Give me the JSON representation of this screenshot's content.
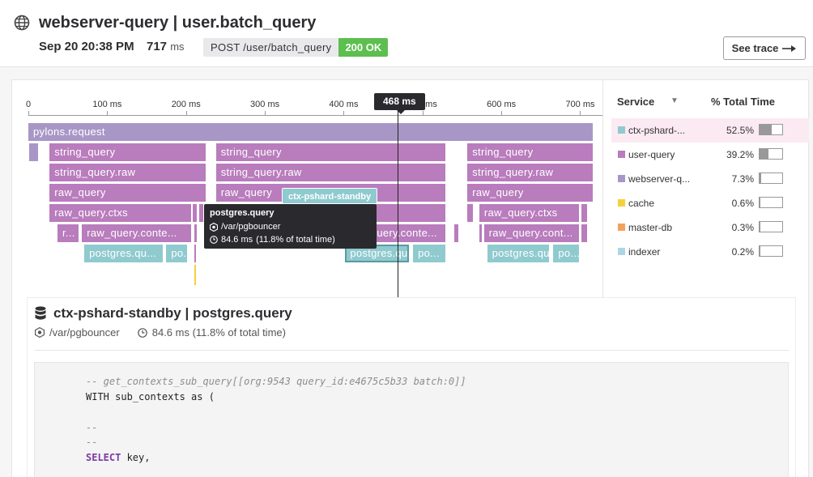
{
  "header": {
    "title": "webserver-query | user.batch_query",
    "date": "Sep 20 20:38 PM",
    "duration_value": "717",
    "duration_unit": "ms",
    "request_path": "POST /user/batch_query",
    "status": "200 OK",
    "see_trace": "See trace"
  },
  "colors": {
    "webserver": "#a897c6",
    "user_query": "#b97cbd",
    "ctx_pshard": "#8fcacf",
    "cache": "#f5d03b",
    "master_db": "#f0a35f",
    "indexer": "#add6e5",
    "status_ok": "#5cbf4f"
  },
  "flame": {
    "axis_max_ms": 717,
    "ticks": [
      "0",
      "100 ms",
      "200 ms",
      "300 ms",
      "400 ms",
      "500 ms",
      "600 ms",
      "700 ms"
    ],
    "cursor_label": "468 ms",
    "cursor_ms": 468,
    "hover_label": "ctx-pshard-standby",
    "spans": [
      {
        "label": "pylons.request",
        "start": 0,
        "end": 717,
        "depth": 0,
        "color": "webserver"
      },
      {
        "label": "",
        "start": 1,
        "end": 13,
        "depth": 1,
        "color": "webserver"
      },
      {
        "label": "string_query",
        "start": 27,
        "end": 226,
        "depth": 1,
        "color": "user_query"
      },
      {
        "label": "string_query",
        "start": 238,
        "end": 530,
        "depth": 1,
        "color": "user_query"
      },
      {
        "label": "string_query",
        "start": 557,
        "end": 717,
        "depth": 1,
        "color": "user_query"
      },
      {
        "label": "string_query.raw",
        "start": 27,
        "end": 226,
        "depth": 2,
        "color": "user_query"
      },
      {
        "label": "string_query.raw",
        "start": 238,
        "end": 530,
        "depth": 2,
        "color": "user_query"
      },
      {
        "label": "string_query.raw",
        "start": 557,
        "end": 717,
        "depth": 2,
        "color": "user_query"
      },
      {
        "label": "raw_query",
        "start": 27,
        "end": 226,
        "depth": 3,
        "color": "user_query"
      },
      {
        "label": "raw_query",
        "start": 238,
        "end": 530,
        "depth": 3,
        "color": "user_query"
      },
      {
        "label": "raw_query",
        "start": 557,
        "end": 717,
        "depth": 3,
        "color": "user_query"
      },
      {
        "label": "raw_query.ctxs",
        "start": 27,
        "end": 207,
        "depth": 4,
        "color": "user_query"
      },
      {
        "label": "",
        "start": 209,
        "end": 215,
        "depth": 4,
        "color": "user_query"
      },
      {
        "label": "",
        "start": 217,
        "end": 223,
        "depth": 4,
        "color": "user_query"
      },
      {
        "label": "query.ctxs",
        "start": 238,
        "end": 530,
        "depth": 4,
        "color": "user_query"
      },
      {
        "label": "",
        "start": 557,
        "end": 565,
        "depth": 4,
        "color": "user_query"
      },
      {
        "label": "raw_query.ctxs",
        "start": 572,
        "end": 700,
        "depth": 4,
        "color": "user_query"
      },
      {
        "label": "",
        "start": 702,
        "end": 710,
        "depth": 4,
        "color": "user_query"
      },
      {
        "label": "r...",
        "start": 37,
        "end": 65,
        "depth": 5,
        "color": "user_query"
      },
      {
        "label": "raw_query.conte...",
        "start": 68,
        "end": 207,
        "depth": 5,
        "color": "user_query"
      },
      {
        "label": "",
        "start": 211,
        "end": 215,
        "depth": 5,
        "color": "user_query"
      },
      {
        "label": "raw_query.conte...",
        "start": 398,
        "end": 530,
        "depth": 5,
        "color": "user_query"
      },
      {
        "label": "",
        "start": 540,
        "end": 546,
        "depth": 5,
        "color": "user_query"
      },
      {
        "label": "",
        "start": 572,
        "end": 576,
        "depth": 5,
        "color": "user_query"
      },
      {
        "label": "raw_query.cont...",
        "start": 578,
        "end": 700,
        "depth": 5,
        "color": "user_query"
      },
      {
        "label": "",
        "start": 702,
        "end": 710,
        "depth": 5,
        "color": "user_query"
      },
      {
        "label": "postgres.qu...",
        "start": 71,
        "end": 172,
        "depth": 6,
        "color": "ctx_pshard"
      },
      {
        "label": "po...",
        "start": 175,
        "end": 202,
        "depth": 6,
        "color": "ctx_pshard"
      },
      {
        "label": "",
        "start": 211,
        "end": 214,
        "depth": 6,
        "color": "user_query"
      },
      {
        "label": "postgres.query",
        "start": 402,
        "end": 484,
        "depth": 6,
        "color": "ctx_pshard",
        "selected": true
      },
      {
        "label": "po...",
        "start": 488,
        "end": 530,
        "depth": 6,
        "color": "ctx_pshard"
      },
      {
        "label": "postgres.qu...",
        "start": 582,
        "end": 662,
        "depth": 6,
        "color": "ctx_pshard"
      },
      {
        "label": "po...",
        "start": 666,
        "end": 700,
        "depth": 6,
        "color": "ctx_pshard"
      },
      {
        "label": "",
        "start": 211,
        "end": 214,
        "depth": 7,
        "color": "cache"
      }
    ]
  },
  "tooltip": {
    "title": "postgres.query",
    "resource": "/var/pgbouncer",
    "duration": "84.6 ms",
    "share": "(11.8% of total time)"
  },
  "services": {
    "head_service": "Service",
    "head_pct": "% Total Time",
    "rows": [
      {
        "name": "ctx-pshard-...",
        "pct": "52.5%",
        "fraction": 0.525,
        "color": "#8fcacf",
        "highlight": true
      },
      {
        "name": "user-query",
        "pct": "39.2%",
        "fraction": 0.392,
        "color": "#b97cbd"
      },
      {
        "name": "webserver-q...",
        "pct": "7.3%",
        "fraction": 0.073,
        "color": "#a897c6"
      },
      {
        "name": "cache",
        "pct": "0.6%",
        "fraction": 0.006,
        "color": "#f5d03b"
      },
      {
        "name": "master-db",
        "pct": "0.3%",
        "fraction": 0.003,
        "color": "#f0a35f"
      },
      {
        "name": "indexer",
        "pct": "0.2%",
        "fraction": 0.002,
        "color": "#add6e5"
      }
    ]
  },
  "details": {
    "title": "ctx-pshard-standby | postgres.query",
    "resource": "/var/pgbouncer",
    "duration": "84.6 ms (11.8% of total time)",
    "code": [
      {
        "text": "-- get_contexts_sub_query[[org:9543 query_id:e4675c5b33 batch:0]]",
        "style": "comment"
      },
      {
        "text": "WITH sub_contexts as (",
        "style": "plain"
      },
      {
        "text": "",
        "style": "plain"
      },
      {
        "text": "--",
        "style": "comment"
      },
      {
        "text": "--",
        "style": "comment"
      },
      {
        "keyword": "SELECT",
        "text": " key,",
        "style": "kw"
      }
    ]
  }
}
